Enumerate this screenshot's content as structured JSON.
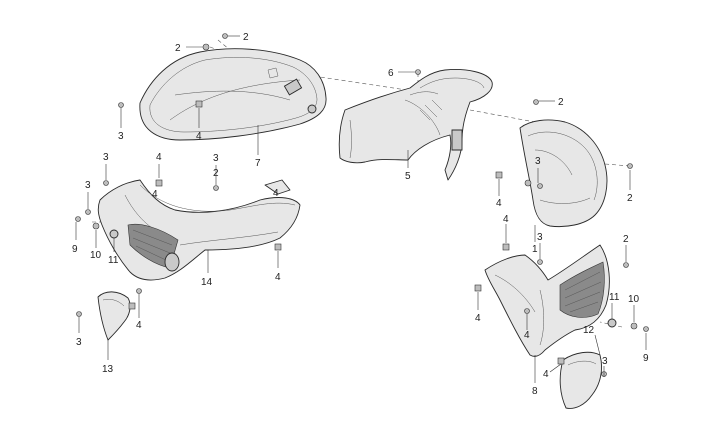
{
  "callouts": [
    {
      "id": "c1",
      "text": "2"
    },
    {
      "id": "c2",
      "text": "2"
    },
    {
      "id": "c3",
      "text": "3"
    },
    {
      "id": "c4",
      "text": "4"
    },
    {
      "id": "c5",
      "text": "7"
    },
    {
      "id": "c6",
      "text": "6"
    },
    {
      "id": "c7",
      "text": "5"
    },
    {
      "id": "c8",
      "text": "2"
    },
    {
      "id": "c9",
      "text": "3"
    },
    {
      "id": "c10",
      "text": "2"
    },
    {
      "id": "c11",
      "text": "4"
    },
    {
      "id": "c12",
      "text": "1"
    },
    {
      "id": "c13",
      "text": "3"
    },
    {
      "id": "c14",
      "text": "4"
    },
    {
      "id": "c15",
      "text": "2"
    },
    {
      "id": "c16",
      "text": "3"
    },
    {
      "id": "c17",
      "text": "3"
    },
    {
      "id": "c18",
      "text": "9"
    },
    {
      "id": "c19",
      "text": "10"
    },
    {
      "id": "c20",
      "text": "11"
    },
    {
      "id": "c21",
      "text": "14"
    },
    {
      "id": "c22",
      "text": "4"
    },
    {
      "id": "c23",
      "text": "4"
    },
    {
      "id": "c24",
      "text": "3"
    },
    {
      "id": "c25",
      "text": "13"
    },
    {
      "id": "c26",
      "text": "4"
    },
    {
      "id": "c27",
      "text": "3"
    },
    {
      "id": "c28",
      "text": "4"
    },
    {
      "id": "c29",
      "text": "8"
    },
    {
      "id": "c30",
      "text": "4"
    },
    {
      "id": "c31",
      "text": "12"
    },
    {
      "id": "c32",
      "text": "11"
    },
    {
      "id": "c33",
      "text": "10"
    },
    {
      "id": "c34",
      "text": "9"
    },
    {
      "id": "c35",
      "text": "3"
    },
    {
      "id": "c36",
      "text": "2"
    },
    {
      "id": "c37",
      "text": "4"
    },
    {
      "id": "c38",
      "text": "4"
    },
    {
      "id": "c39",
      "text": "4"
    }
  ]
}
